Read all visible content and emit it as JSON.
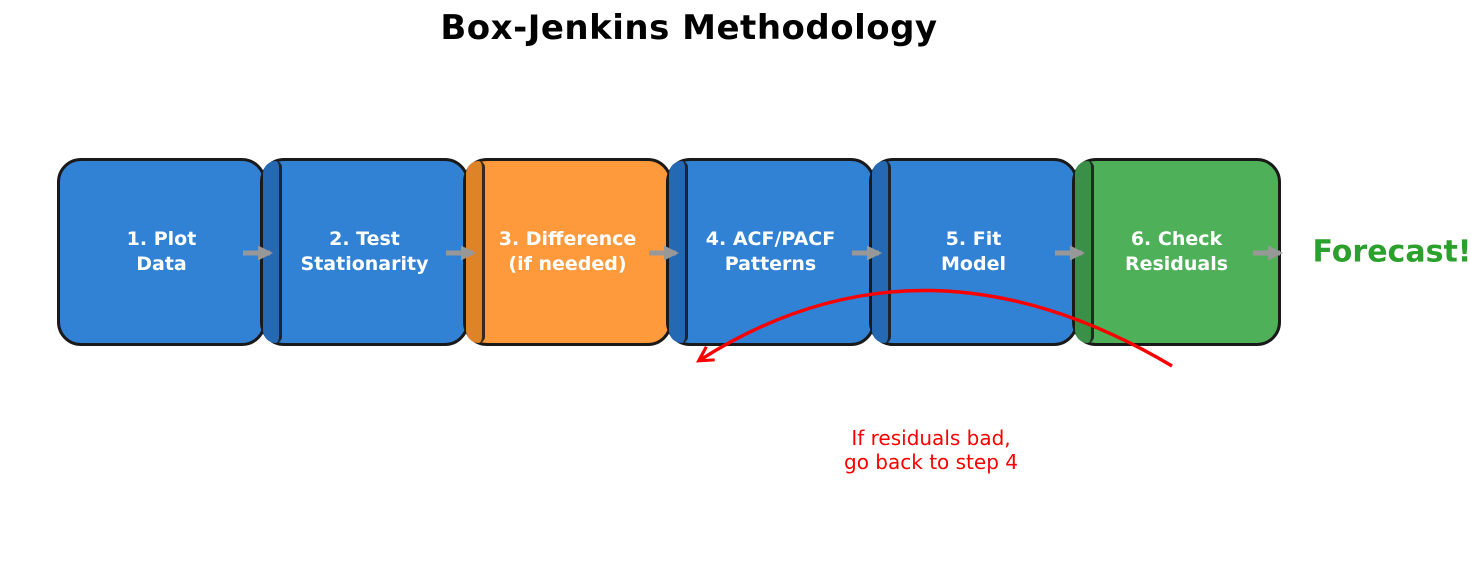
{
  "title": "Box-Jenkins Methodology",
  "diagram": {
    "steps": [
      {
        "line1": "1. Plot",
        "line2": "Data",
        "fill": "#3181d5",
        "band": null
      },
      {
        "line1": "2. Test",
        "line2": "Stationarity",
        "fill": "#3181d5",
        "band": "#2569b5"
      },
      {
        "line1": "3. Difference",
        "line2": "(if needed)",
        "fill": "#fe9a3c",
        "band": "#dd8429"
      },
      {
        "line1": "4. ACF/PACF",
        "line2": "Patterns",
        "fill": "#3181d5",
        "band": "#2569b5"
      },
      {
        "line1": "5. Fit",
        "line2": "Model",
        "fill": "#3181d5",
        "band": "#2569b5"
      },
      {
        "line1": "6. Check",
        "line2": "Residuals",
        "fill": "#4fb05a",
        "band": "#3a9048"
      }
    ],
    "end_label": "Forecast!",
    "feedback_note_line1": "If residuals bad,",
    "feedback_note_line2": "go back to step 4"
  },
  "colors": {
    "background": "#ffffff",
    "title_text": "#000000",
    "step_text": "#ffffff",
    "step_border": "#1a1a1a",
    "flow_arrow": "#989898",
    "feedback": "#fb0000",
    "forecast_text": "#2ca02c"
  }
}
